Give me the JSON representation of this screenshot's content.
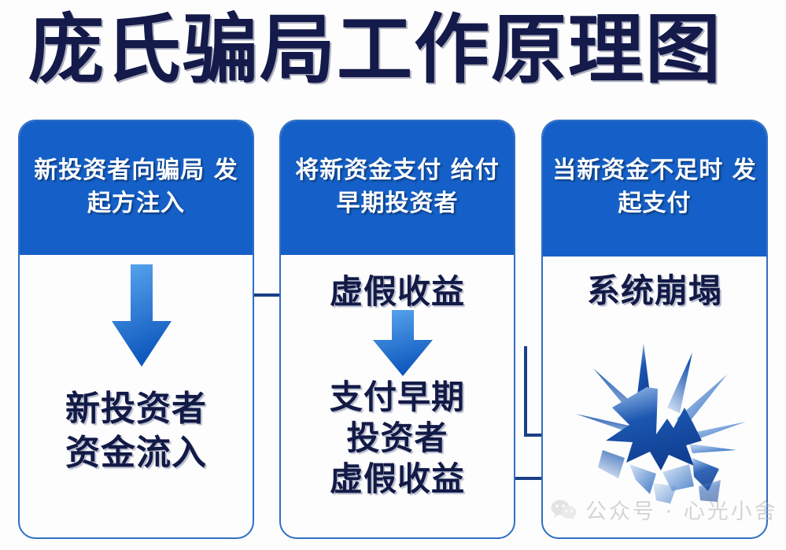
{
  "page": {
    "title": "庞氏骗局工作原理图",
    "accent_blue": "#1560c8",
    "line_blue": "#2f6fc4",
    "dark_navy": "#141a49",
    "arrow_gradient_from": "#4a9bec",
    "arrow_gradient_to": "#1560c8"
  },
  "columns": [
    {
      "header": "新投资者向骗局\n发起方注入",
      "body_text": "新投资者\n资金流入",
      "down_arrow": true
    },
    {
      "header": "将新资金支付\n给付早期投资者",
      "top_text": "虚假收益",
      "body_text": "支付早期\n投资者\n虚假收益",
      "down_arrow": true
    },
    {
      "header": "当新资金不足时\n发起支付",
      "top_text": "系统崩塌",
      "graphic": "shatter-burst-icon"
    }
  ],
  "connectors": [
    {
      "name": "flow-col1-to-false-return",
      "from": "新投资者资金流入",
      "to": "虚假收益"
    },
    {
      "name": "flow-col1-to-collapse",
      "from": "新投资者资金流入",
      "to": "系统崩塌"
    },
    {
      "name": "flow-col2-to-collapse",
      "from": "支付早期投资者虚假收益",
      "to": "系统崩塌"
    }
  ],
  "watermark": {
    "icon": "wechat-icon",
    "text": "公众号 · 心光小舍"
  }
}
